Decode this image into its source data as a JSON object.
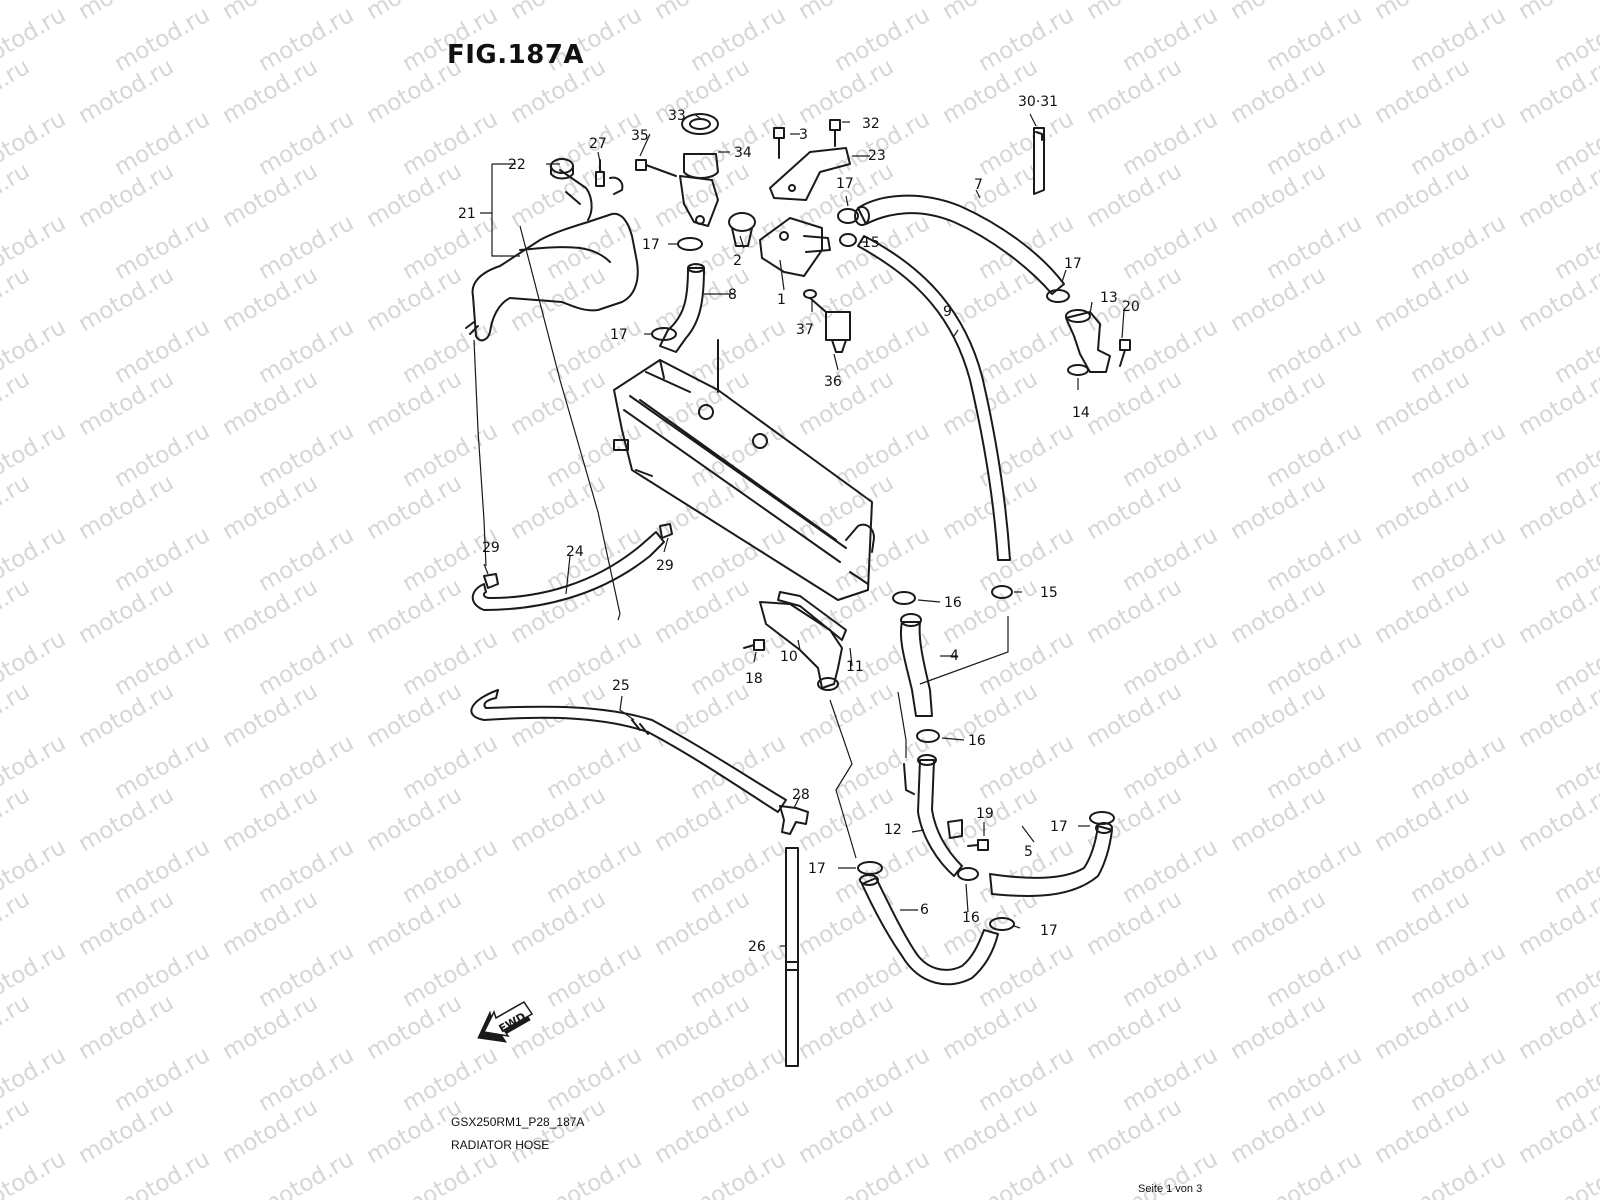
{
  "figure": {
    "title": "FIG.187A",
    "code": "GSX250RM1_P28_187A",
    "name": "RADIATOR HOSE",
    "page_indicator": "Seite 1 von 3"
  },
  "watermark": {
    "text": "motod.ru"
  },
  "fwd_badge": {
    "text": "FWD"
  },
  "callouts": {
    "c1": "1",
    "c2": "2",
    "c3": "3",
    "c4": "4",
    "c5": "5",
    "c6": "6",
    "c7": "7",
    "c8": "8",
    "c9": "9",
    "c10": "10",
    "c11": "11",
    "c12": "12",
    "c13": "13",
    "c14": "14",
    "c15a": "15",
    "c15b": "15",
    "c16a": "16",
    "c16b": "16",
    "c16c": "16",
    "c17a": "17",
    "c17b": "17",
    "c17c": "17",
    "c17d": "17",
    "c17e": "17",
    "c17f": "17",
    "c17g": "17",
    "c18": "18",
    "c19": "19",
    "c20": "20",
    "c21": "21",
    "c22": "22",
    "c23": "23",
    "c24": "24",
    "c25": "25",
    "c26": "26",
    "c27": "27",
    "c28": "28",
    "c29a": "29",
    "c29b": "29",
    "c3031": "30·31",
    "c32": "32",
    "c33": "33",
    "c34": "34",
    "c35": "35",
    "c36": "36",
    "c37": "37"
  }
}
